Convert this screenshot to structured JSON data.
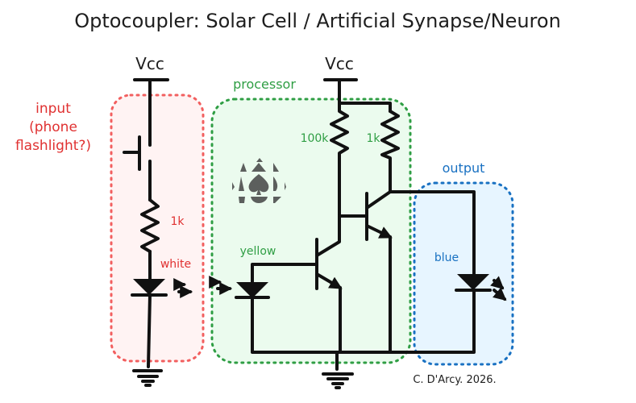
{
  "title": "Optocoupler: Solar Cell / Artificial Synapse/Neuron",
  "colors": {
    "input": "#e03131",
    "input_fill": "#fff3f3",
    "processor": "#2f9e44",
    "processor_fill": "#ebfbee",
    "output": "#1971c2",
    "output_fill": "#e7f5ff",
    "wire": "#111111"
  },
  "input": {
    "label_lines": [
      "input",
      "(phone",
      "flashlight?)"
    ],
    "vcc_label": "Vcc",
    "resistor_label": "1k",
    "led_label": "white",
    "icons": [
      "switch-icon",
      "resistor-icon",
      "led-icon",
      "ground-icon"
    ]
  },
  "processor": {
    "label": "processor",
    "vcc_label": "Vcc",
    "resistor_left_label": "100k",
    "resistor_right_label": "1k",
    "photodiode_label": "yellow",
    "icons": [
      "photodiode-icon",
      "npn-transistor-icon",
      "resistor-icon",
      "ground-icon",
      "spade-logo-icon"
    ]
  },
  "output": {
    "label": "output",
    "led_label": "blue",
    "icons": [
      "led-icon"
    ]
  },
  "signature": "C. D'Arcy. 2026."
}
